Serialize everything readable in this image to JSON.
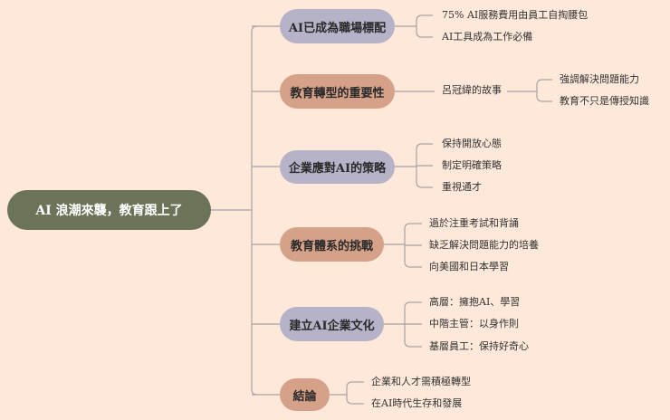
{
  "colors": {
    "background": "#fde8da",
    "root": "#6b7358",
    "lavender": "#b6b2c7",
    "terracotta": "#d6a189",
    "line": "#aaa2a0"
  },
  "root": {
    "label": "AI 浪潮來襲，教育跟上了",
    "color": "#6b7358"
  },
  "branches": [
    {
      "label": "AI已成為職場標配",
      "color": "#b6b2c7",
      "children": [
        {
          "label": "75% AI服務費用由員工自掏腰包"
        },
        {
          "label": "AI工具成為工作必備"
        }
      ]
    },
    {
      "label": "教育轉型的重要性",
      "color": "#d6a189",
      "children": [
        {
          "label": "呂冠緯的故事",
          "children": [
            {
              "label": "強調解決問題能力"
            },
            {
              "label": "教育不只是傳授知識"
            }
          ]
        }
      ]
    },
    {
      "label": "企業應對AI的策略",
      "color": "#b6b2c7",
      "children": [
        {
          "label": "保持開放心態"
        },
        {
          "label": "制定明確策略"
        },
        {
          "label": "重視通才"
        }
      ]
    },
    {
      "label": "教育體系的挑戰",
      "color": "#d6a189",
      "children": [
        {
          "label": "過於注重考試和背誦"
        },
        {
          "label": "缺乏解決問題能力的培養"
        },
        {
          "label": "向美國和日本學習"
        }
      ]
    },
    {
      "label": "建立AI企業文化",
      "color": "#b6b2c7",
      "children": [
        {
          "label": "高層：擁抱AI、學習"
        },
        {
          "label": "中階主管：以身作則"
        },
        {
          "label": "基層員工：保持好奇心"
        }
      ]
    },
    {
      "label": "結論",
      "color": "#d6a189",
      "children": [
        {
          "label": "企業和人才需積極轉型"
        },
        {
          "label": "在AI時代生存和發展"
        }
      ]
    }
  ]
}
